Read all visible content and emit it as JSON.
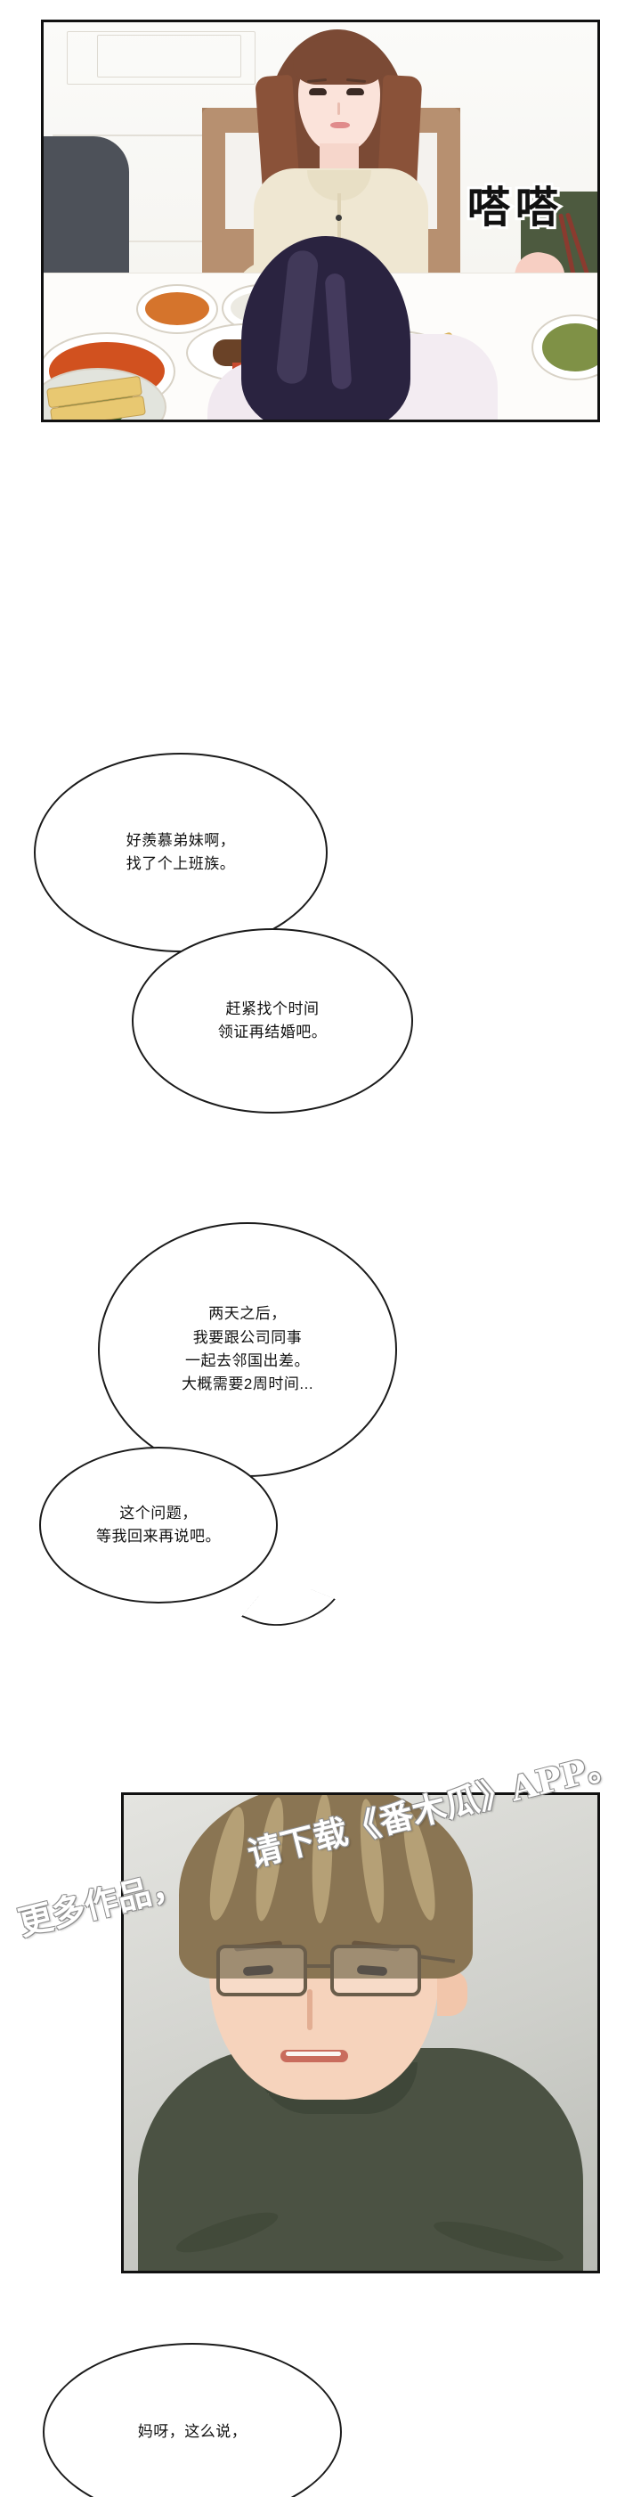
{
  "comic": {
    "title": "番木瓜漫画分页",
    "panels": [
      {
        "id": "panel-1",
        "name": "dinner-table-panel",
        "description": "餐桌场景，女人正在吃饭",
        "sfx": [
          "嗒",
          "嗒"
        ]
      },
      {
        "id": "panel-2",
        "name": "man-with-glasses-panel",
        "description": "戴眼镜的男人特写"
      }
    ],
    "bubbles": [
      {
        "id": "bubble-1",
        "name": "speech-bubble-1",
        "text": "好羨慕弟妹啊，\n找了个上班族。"
      },
      {
        "id": "bubble-2",
        "name": "speech-bubble-2",
        "text": "赶紧找个时间\n领证再结婚吧。"
      },
      {
        "id": "bubble-3",
        "name": "speech-bubble-3",
        "text": "两天之后，\n我要跟公司同事\n一起去邻国出差。\n大概需要2周时间..."
      },
      {
        "id": "bubble-4",
        "name": "speech-bubble-4",
        "text": "这个问题，\n等我回来再说吧。"
      },
      {
        "id": "bubble-5",
        "name": "speech-bubble-5",
        "text": "妈呀，这么说，"
      }
    ],
    "watermark": {
      "part1": "更多作品，",
      "part2": "请下载《番木瓜》APP。"
    },
    "colors": {
      "panel_border": "#111111",
      "bubble_border": "#1b1b1b",
      "bubble_fill": "#ffffff",
      "text": "#111111",
      "sfx_fill": "#111111",
      "sfx_stroke": "#ffffff",
      "watermark_fill": "#ffffff",
      "watermark_stroke": "#8e8e8e",
      "panel2_shirt": "#4b5243",
      "panel2_hair": "#8a7553",
      "panel1_chair": "#b79070",
      "panel1_blouse": "#efe7d2",
      "foreground_hair": "#2a2340"
    }
  }
}
